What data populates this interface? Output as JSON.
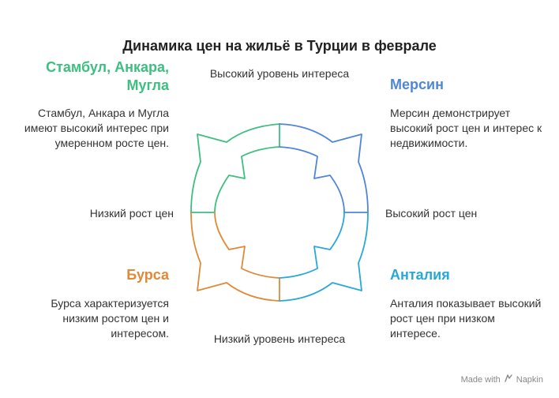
{
  "title": "Динамика цен на жильё в Турции в феврале",
  "quadrants": {
    "top_left": {
      "heading": "Стамбул, Анкара, Мугла",
      "description": "Стамбул, Анкара и Мугла имеют высокий интерес при умеренном росте цен.",
      "color": "#3dbf7f"
    },
    "top_right": {
      "heading": "Мерсин",
      "description": "Мерсин демонстрирует высокий рост цен и интерес к недвижимости.",
      "color": "#4f86d9"
    },
    "bottom_left": {
      "heading": "Бурса",
      "description": "Бурса характеризуется низким ростом цен и интересом.",
      "color": "#de8a38"
    },
    "bottom_right": {
      "heading": "Анталия",
      "description": "Анталия показывает высокий рост цен при низком интересе.",
      "color": "#29a8d8"
    }
  },
  "axes": {
    "top": "Высокий уровень интереса",
    "bottom": "Низкий уровень интереса",
    "left": "Низкий рост цен",
    "right": "Высокий рост цен"
  },
  "footer": {
    "made_with": "Made with",
    "brand": "Napkin",
    "icon": "napkin-logo-icon"
  }
}
